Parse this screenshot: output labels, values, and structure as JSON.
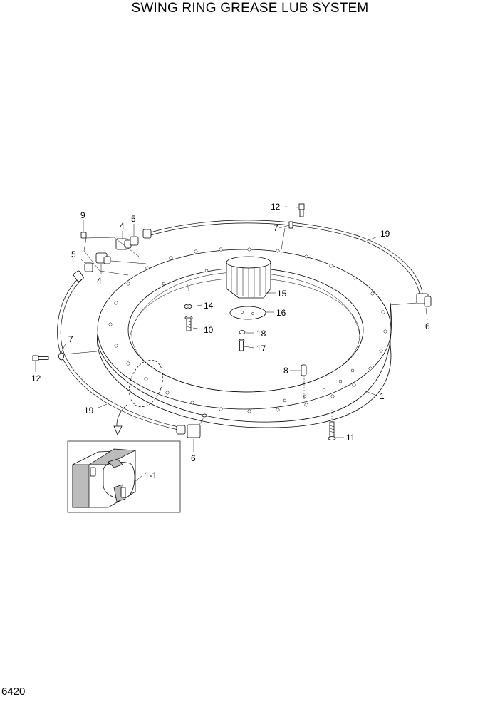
{
  "title": "SWING RING GREASE LUB SYSTEM",
  "page_number": "6420",
  "callouts": {
    "c12a": "12",
    "c7a": "7",
    "c19a": "19",
    "c9": "9",
    "c5a": "5",
    "c4a": "4",
    "c5b": "5",
    "c4b": "4",
    "c15": "15",
    "c14": "14",
    "c16": "16",
    "c10": "10",
    "c18": "18",
    "c17": "17",
    "c6a": "6",
    "c7b": "7",
    "c12b": "12",
    "c8": "8",
    "c1": "1",
    "c19b": "19",
    "c6b": "6",
    "c11": "11",
    "c1_1": "1-1"
  }
}
